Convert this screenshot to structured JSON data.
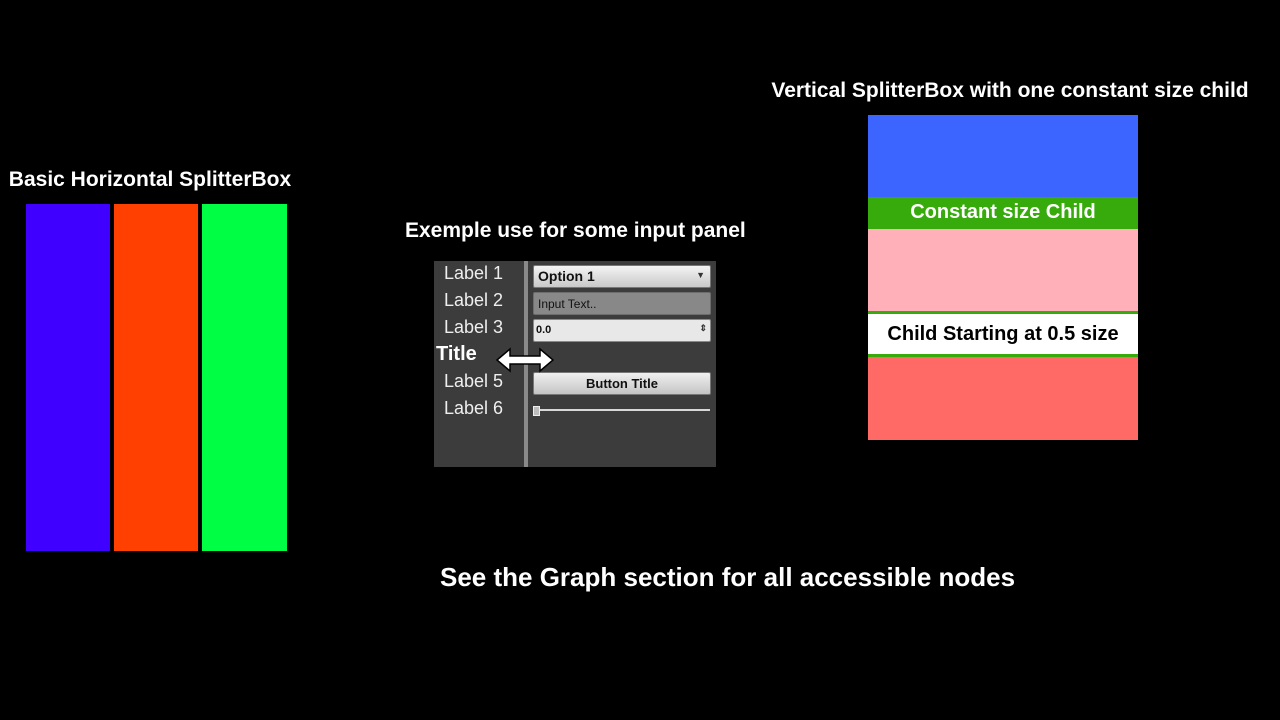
{
  "basic": {
    "heading": "Basic Horizontal SplitterBox",
    "colors": [
      "#3f00ff",
      "#ff4000",
      "#00ff44"
    ]
  },
  "input_panel": {
    "heading": "Exemple use for some input panel",
    "labels": [
      "Label 1",
      "Label 2",
      "Label 3",
      "Title",
      "Label 5",
      "Label 6"
    ],
    "dropdown_value": "Option 1",
    "text_input_placeholder": "Input Text..",
    "number_value": "0.0",
    "button_label": "Button Title",
    "slider_value": 0
  },
  "vertical": {
    "heading": "Vertical SplitterBox with one constant size child",
    "constant_child_label": "Constant size Child",
    "half_child_label": "Child Starting at 0.5 size",
    "colors": {
      "top": "#3c64ff",
      "pink": "#ffb0b8",
      "bottom": "#ff6a66",
      "constant": "#37ab0c"
    }
  },
  "footer": "See the Graph section for all accessible nodes"
}
